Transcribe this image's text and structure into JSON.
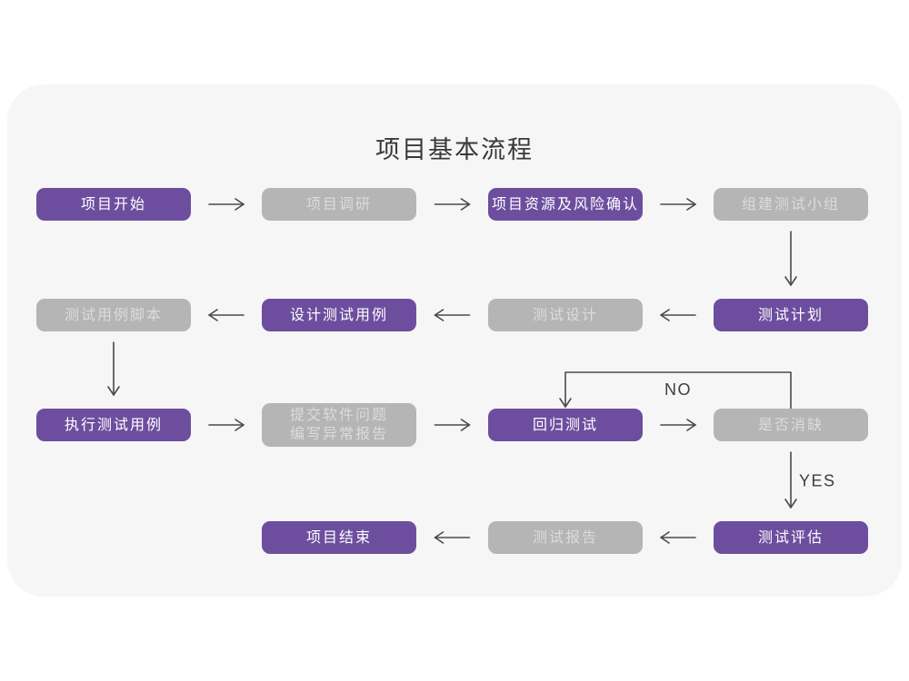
{
  "title": "项目基本流程",
  "colors": {
    "background": "#ffffff",
    "card": "#f6f6f6",
    "purple": "#6d4e9e",
    "gray": "#b5b5b5",
    "purple_text": "#ffffff",
    "gray_text": "#dcdcdc",
    "arrow": "#4a4a4a",
    "label_text": "#3d3d3d",
    "title_text": "#383838"
  },
  "diagram": {
    "nodes": [
      {
        "id": "start",
        "label": "项目开始",
        "type": "purple",
        "col": 0,
        "row": 0
      },
      {
        "id": "research",
        "label": "项目调研",
        "type": "gray",
        "col": 1,
        "row": 0
      },
      {
        "id": "risk",
        "label": "项目资源及风险确认",
        "type": "purple",
        "col": 2,
        "row": 0
      },
      {
        "id": "team",
        "label": "组建测试小组",
        "type": "gray",
        "col": 3,
        "row": 0
      },
      {
        "id": "scripts",
        "label": "测试用例脚本",
        "type": "gray",
        "col": 0,
        "row": 1
      },
      {
        "id": "design-cases",
        "label": "设计测试用例",
        "type": "purple",
        "col": 1,
        "row": 1
      },
      {
        "id": "test-design",
        "label": "测试设计",
        "type": "gray",
        "col": 2,
        "row": 1
      },
      {
        "id": "plan",
        "label": "测试计划",
        "type": "purple",
        "col": 3,
        "row": 1
      },
      {
        "id": "execute",
        "label": "执行测试用例",
        "type": "purple",
        "col": 0,
        "row": 2
      },
      {
        "id": "issue-report",
        "label": "提交软件问题\n编写异常报告",
        "type": "gray",
        "col": 1,
        "row": 2,
        "tall": true
      },
      {
        "id": "regression",
        "label": "回归测试",
        "type": "purple",
        "col": 2,
        "row": 2
      },
      {
        "id": "defect-check",
        "label": "是否消缺",
        "type": "gray",
        "col": 3,
        "row": 2
      },
      {
        "id": "end",
        "label": "项目结束",
        "type": "purple",
        "col": 1,
        "row": 3
      },
      {
        "id": "test-report",
        "label": "测试报告",
        "type": "gray",
        "col": 2,
        "row": 3
      },
      {
        "id": "evaluation",
        "label": "测试评估",
        "type": "purple",
        "col": 3,
        "row": 3
      }
    ],
    "edges": [
      {
        "from": "start",
        "to": "research",
        "dir": "right"
      },
      {
        "from": "research",
        "to": "risk",
        "dir": "right"
      },
      {
        "from": "risk",
        "to": "team",
        "dir": "right"
      },
      {
        "from": "team",
        "to": "plan",
        "dir": "down"
      },
      {
        "from": "plan",
        "to": "test-design",
        "dir": "left"
      },
      {
        "from": "test-design",
        "to": "design-cases",
        "dir": "left"
      },
      {
        "from": "design-cases",
        "to": "scripts",
        "dir": "left"
      },
      {
        "from": "scripts",
        "to": "execute",
        "dir": "down"
      },
      {
        "from": "execute",
        "to": "issue-report",
        "dir": "right"
      },
      {
        "from": "issue-report",
        "to": "regression",
        "dir": "right"
      },
      {
        "from": "regression",
        "to": "defect-check",
        "dir": "right"
      },
      {
        "from": "defect-check",
        "to": "regression",
        "dir": "loop-top",
        "label": "NO"
      },
      {
        "from": "defect-check",
        "to": "evaluation",
        "dir": "down",
        "label": "YES"
      },
      {
        "from": "evaluation",
        "to": "test-report",
        "dir": "left"
      },
      {
        "from": "test-report",
        "to": "end",
        "dir": "left"
      }
    ]
  }
}
